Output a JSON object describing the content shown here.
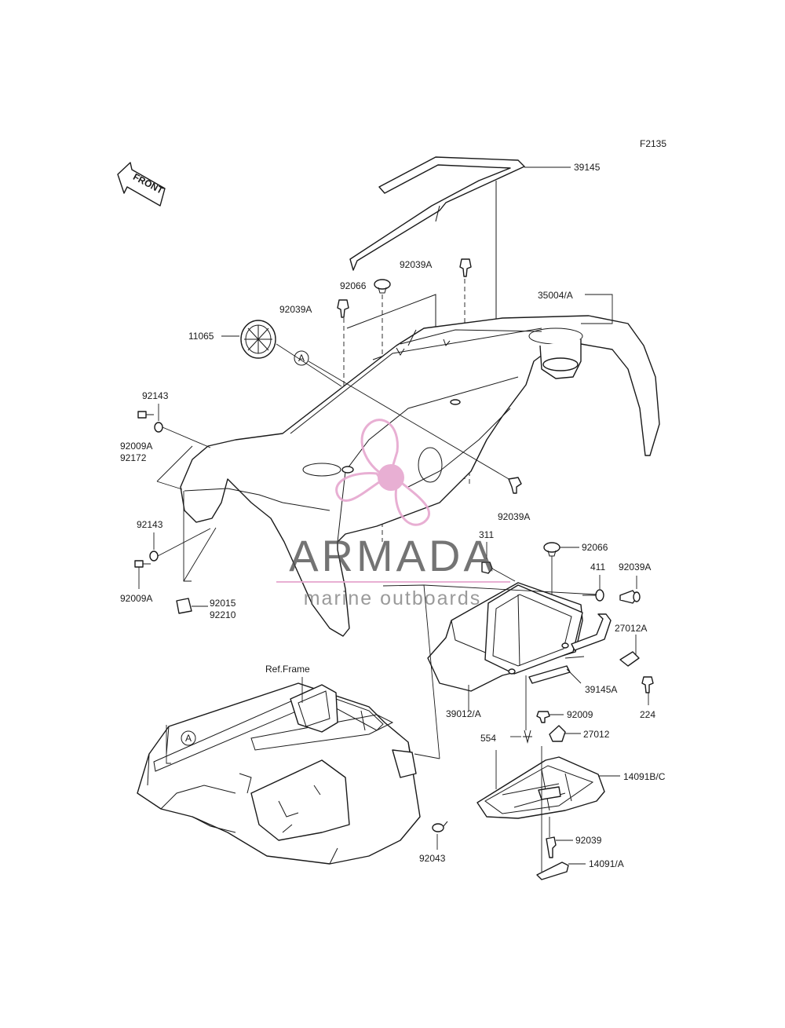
{
  "diagram_code": "F2135",
  "front_label": "FRONT",
  "ref_frame_label": "Ref.Frame",
  "callout_a": "A",
  "parts": [
    {
      "id": "p39145",
      "label": "39145"
    },
    {
      "id": "p92039a_1",
      "label": "92039A"
    },
    {
      "id": "p92066_1",
      "label": "92066"
    },
    {
      "id": "p92039a_2",
      "label": "92039A"
    },
    {
      "id": "p35004",
      "label": "35004/A"
    },
    {
      "id": "p11065",
      "label": "11065"
    },
    {
      "id": "p92143_1",
      "label": "92143"
    },
    {
      "id": "p92009a_1",
      "label": "92009A"
    },
    {
      "id": "p92172",
      "label": "92172"
    },
    {
      "id": "p92039a_3",
      "label": "92039A"
    },
    {
      "id": "p92143_2",
      "label": "92143"
    },
    {
      "id": "p92009a_2",
      "label": "92009A"
    },
    {
      "id": "p92015",
      "label": "92015"
    },
    {
      "id": "p92210",
      "label": "92210"
    },
    {
      "id": "p311",
      "label": "311"
    },
    {
      "id": "p92066_2",
      "label": "92066"
    },
    {
      "id": "p411",
      "label": "411"
    },
    {
      "id": "p92039a_4",
      "label": "92039A"
    },
    {
      "id": "p27012a",
      "label": "27012A"
    },
    {
      "id": "p39145a",
      "label": "39145A"
    },
    {
      "id": "p224",
      "label": "224"
    },
    {
      "id": "p39012",
      "label": "39012/A"
    },
    {
      "id": "p92009",
      "label": "92009"
    },
    {
      "id": "p554",
      "label": "554"
    },
    {
      "id": "p27012",
      "label": "27012"
    },
    {
      "id": "p14091bc",
      "label": "14091B/C"
    },
    {
      "id": "p92039",
      "label": "92039"
    },
    {
      "id": "p92043",
      "label": "92043"
    },
    {
      "id": "p14091a",
      "label": "14091/A"
    }
  ],
  "watermark": {
    "title": "ARMADA",
    "subtitle": "marine outboards",
    "color": "#e6a7cf"
  }
}
